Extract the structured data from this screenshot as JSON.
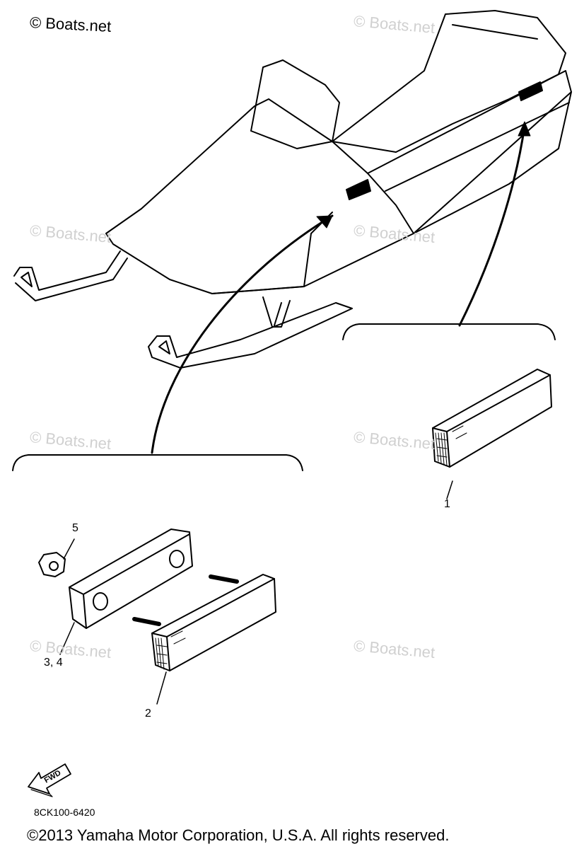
{
  "watermark_top": "© Boats.net",
  "watermark_repeat": "© Boats.net",
  "callouts": {
    "c1": "1",
    "c2": "2",
    "c34": "3, 4",
    "c5": "5"
  },
  "fwd_label": "FWD",
  "diagram_code": "8CK100-6420",
  "copyright": "©2013 Yamaha Motor Corporation, U.S.A. All rights reserved.",
  "colors": {
    "line": "#000000",
    "watermark": "#d0d0d0"
  }
}
